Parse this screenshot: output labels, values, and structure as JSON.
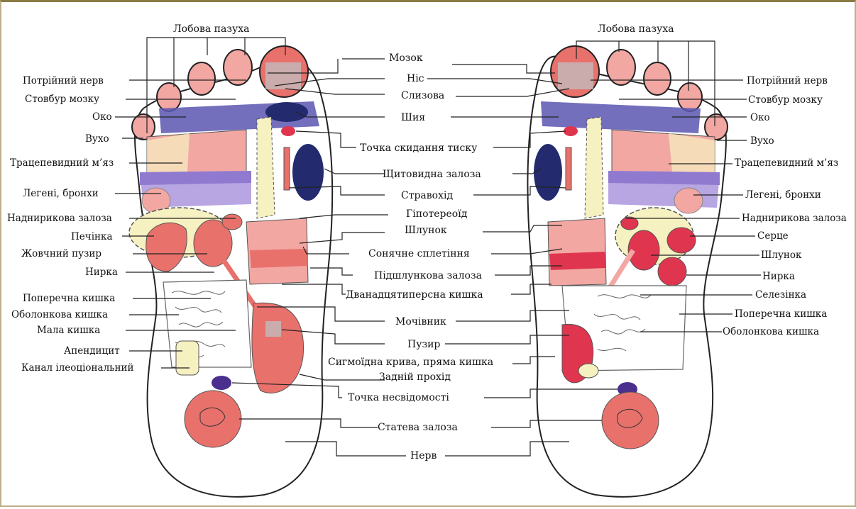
{
  "colors": {
    "pink": "#f2a7a3",
    "salmon": "#e8716c",
    "crimson": "#e0354f",
    "purple": "#b8a6e3",
    "lavender": "#9a86d6",
    "navy": "#232a6e",
    "yellow": "#f6f1c0",
    "violet": "#4a2f8f",
    "frame": "#8a7a43"
  },
  "center": {
    "brain": "Мозок",
    "nose": "Ніс",
    "tear": "Слизова",
    "neck": "Шия",
    "pressure": "Точка скидання тиску",
    "thyroid": "Щитовидна залоза",
    "esophagus": "Стравохід",
    "hypothalamus": "Гіпотереоїд",
    "stomach": "Шлунок",
    "solar": "Сонячне сплетіння",
    "pancreas": "Підшлункова залоза",
    "duodenum": "Дванадцятиперсна кишка",
    "ureter": "Мочівник",
    "bladder": "Пузир",
    "sigmoid": "Сигмоїдна крива, пряма кишка",
    "anus": "Задній прохід",
    "unconscious": "Точка несвідомості",
    "gonad": "Статева залоза",
    "nerve": "Нерв"
  },
  "left": {
    "sinus": "Лобова пазуха",
    "trigeminal": "Потрійний нерв",
    "brainstem": "Стовбур мозку",
    "eye": "Око",
    "ear": "Вухо",
    "trapezius": "Трацепевидний м’яз",
    "lungs": "Легені, бронхи",
    "adrenal": "Наднирикова залоза",
    "liver": "Печінка",
    "gallbladder": "Жовчний пузир",
    "kidney": "Нирка",
    "transverse": "Поперечна кишка",
    "ascending": "Оболонкова кишка",
    "small": "Мала кишка",
    "appendix": "Апендицит",
    "ileocecal": "Канал ілеоціональний"
  },
  "right": {
    "sinus": "Лобова пазуха",
    "trigeminal": "Потрійний нерв",
    "brainstem": "Стовбур мозку",
    "eye": "Око",
    "ear": "Вухо",
    "trapezius": "Трацепевидний м’яз",
    "lungs": "Легені, бронхи",
    "adrenal": "Наднирикова залоза",
    "heart": "Серце",
    "stomach": "Шлунок",
    "kidney": "Нирка",
    "spleen": "Селезінка",
    "transverse": "Поперечна кишка",
    "descending": "Оболонкова кишка"
  }
}
